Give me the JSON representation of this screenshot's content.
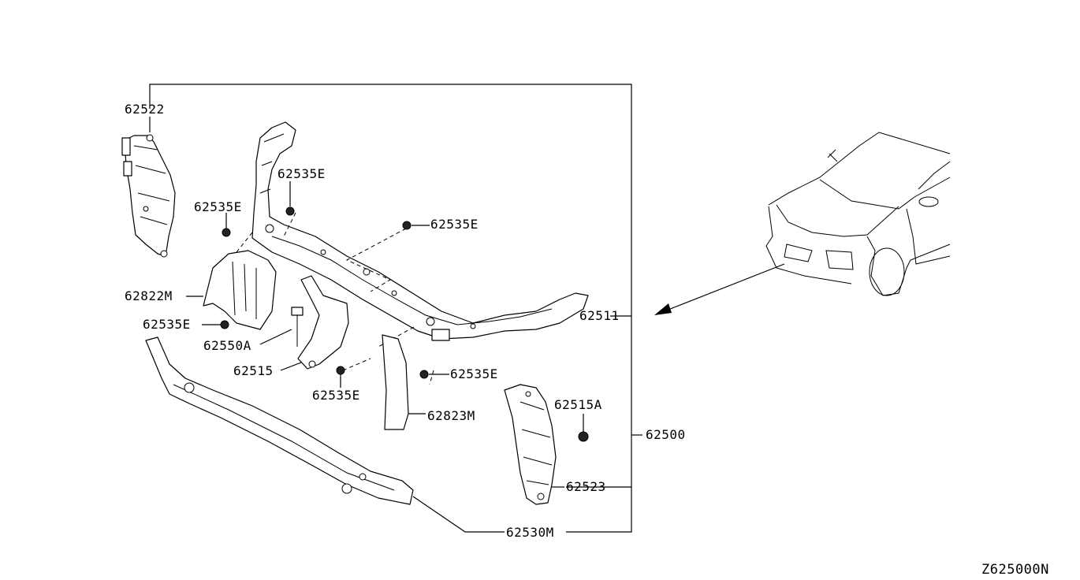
{
  "diagram": {
    "drawing_code": "Z625000N",
    "parts": {
      "p62522": "62522",
      "p62535e_1": "62535E",
      "p62535e_2": "62535E",
      "p62535e_3": "62535E",
      "p62535e_4": "62535E",
      "p62535e_5": "62535E",
      "p62535e_6": "62535E",
      "p62822m": "62822M",
      "p62550a": "62550A",
      "p62515": "62515",
      "p62511": "62511",
      "p62823m": "62823M",
      "p62515a": "62515A",
      "p62500": "62500",
      "p62523": "62523",
      "p62530m": "62530M"
    }
  }
}
